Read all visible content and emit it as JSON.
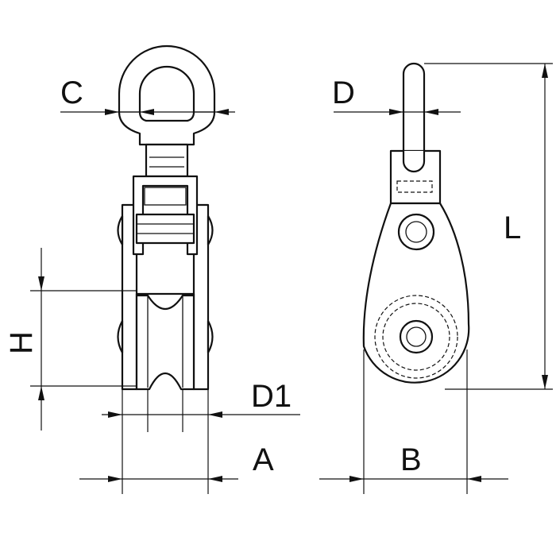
{
  "labels": {
    "C": "C",
    "D": "D",
    "H": "H",
    "D1": "D1",
    "A": "A",
    "B": "B",
    "L": "L"
  },
  "colors": {
    "line": "#111111",
    "background": "#ffffff"
  }
}
